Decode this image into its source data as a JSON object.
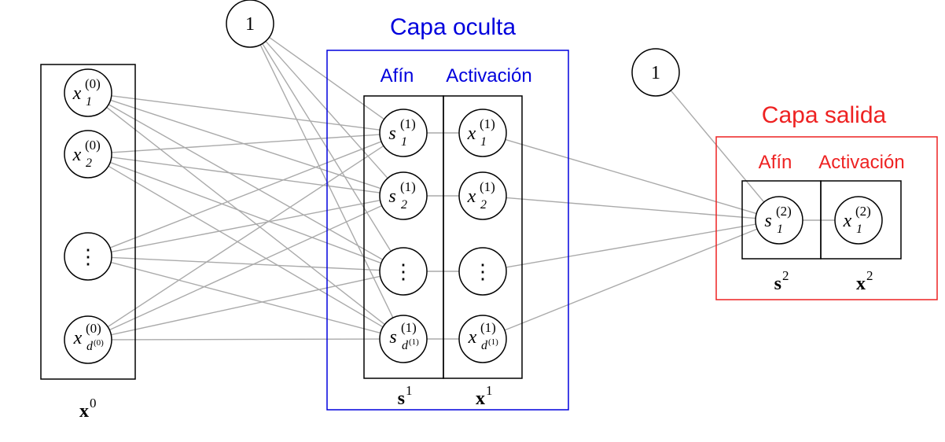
{
  "colors": {
    "hidden_layer": "#0000dd",
    "output_layer": "#ee2222",
    "edge": "#aaaaaa",
    "stroke": "#000000"
  },
  "bias_node_label": "1",
  "input": {
    "nodes": [
      {
        "base": "x",
        "sup": "(0)",
        "sub": "1"
      },
      {
        "base": "x",
        "sup": "(0)",
        "sub": "2"
      },
      {
        "dots": "⋮"
      },
      {
        "base": "x",
        "sup": "(0)",
        "sub": "d",
        "subsup": "(0)"
      }
    ],
    "vector_label": {
      "base": "x",
      "sup": "0"
    }
  },
  "hidden": {
    "title": "Capa oculta",
    "affine_label": "Afín",
    "activation_label": "Activación",
    "affine_nodes": [
      {
        "base": "s",
        "sup": "(1)",
        "sub": "1"
      },
      {
        "base": "s",
        "sup": "(1)",
        "sub": "2"
      },
      {
        "dots": "⋮"
      },
      {
        "base": "s",
        "sup": "(1)",
        "sub": "d",
        "subsup": "(1)"
      }
    ],
    "activation_nodes": [
      {
        "base": "x",
        "sup": "(1)",
        "sub": "1"
      },
      {
        "base": "x",
        "sup": "(1)",
        "sub": "2"
      },
      {
        "dots": "⋮"
      },
      {
        "base": "x",
        "sup": "(1)",
        "sub": "d",
        "subsup": "(1)"
      }
    ],
    "affine_vector": {
      "base": "s",
      "sup": "1"
    },
    "activation_vector": {
      "base": "x",
      "sup": "1"
    }
  },
  "output": {
    "title": "Capa salida",
    "affine_label": "Afín",
    "activation_label": "Activación",
    "affine_node": {
      "base": "s",
      "sup": "(2)",
      "sub": "1"
    },
    "activation_node": {
      "base": "x",
      "sup": "(2)",
      "sub": "1"
    },
    "affine_vector": {
      "base": "s",
      "sup": "2"
    },
    "activation_vector": {
      "base": "x",
      "sup": "2"
    }
  }
}
